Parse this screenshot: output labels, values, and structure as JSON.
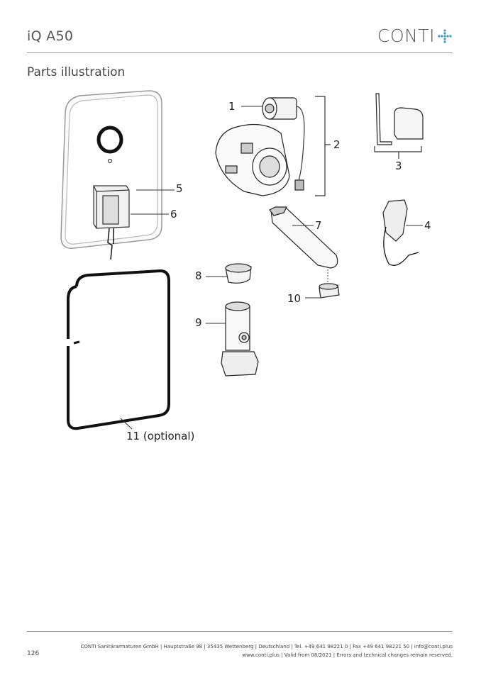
{
  "header": {
    "title": "iQ A50",
    "logo_text": "CONTI",
    "accent_color": "#3a9bc8"
  },
  "section": {
    "title": "Parts illustration"
  },
  "callouts": [
    {
      "id": "1",
      "label": "1"
    },
    {
      "id": "2",
      "label": "2"
    },
    {
      "id": "3",
      "label": "3"
    },
    {
      "id": "4",
      "label": "4"
    },
    {
      "id": "5",
      "label": "5"
    },
    {
      "id": "6",
      "label": "6"
    },
    {
      "id": "7",
      "label": "7"
    },
    {
      "id": "8",
      "label": "8"
    },
    {
      "id": "9",
      "label": "9"
    },
    {
      "id": "10",
      "label": "10"
    },
    {
      "id": "11",
      "label": "11 (optional)"
    }
  ],
  "footer": {
    "page_number": "126",
    "line1": "CONTI Sanitärarmaturen GmbH | Hauptstraße 98 | 35435 Wettenberg | Deutschland | Tel. +49 641 98221 0 | Fax +49 641 98221 50 | info@conti.plus",
    "line2": "www.conti.plus | Valid from 08/2021 | Errors and technical changes remain reserved."
  }
}
